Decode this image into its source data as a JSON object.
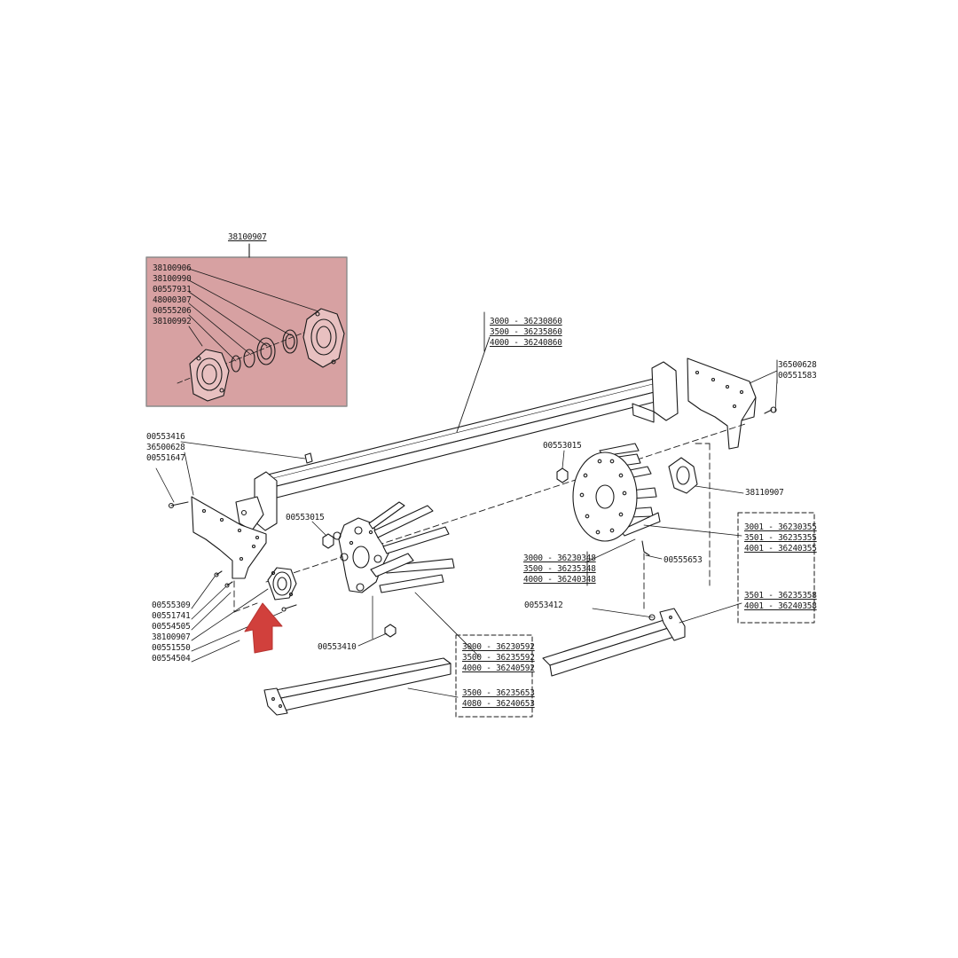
{
  "colors": {
    "inset_fill": "#d7a1a2",
    "highlight_arrow": "#d1403c",
    "line": "#1a1a1a",
    "background": "#ffffff"
  },
  "inset": {
    "assembly_code": "38100907",
    "parts": [
      "38100906",
      "38100990",
      "00557931",
      "48000307",
      "00555206",
      "38100992"
    ]
  },
  "labels": {
    "beam_variants": [
      "3000 - 36230860",
      "3500 - 36235860",
      "4000 - 36240860"
    ],
    "right_bracket": [
      "36500628",
      "00551583"
    ],
    "left_bracket": [
      "00553416",
      "36500628",
      "00551647"
    ],
    "bolt_right_hub": "00553015",
    "bolt_left_hub": "00553015",
    "right_hub_code": "38110907",
    "right_rods": [
      "3001 - 36230355",
      "3501 - 36235355",
      "4001 - 36240355"
    ],
    "middle_rods": [
      "3000 - 36230348",
      "3500 - 36235348",
      "4000 - 36240348"
    ],
    "pin_code": "00555653",
    "bolt_bottom_right": "00553412",
    "right_bar": [
      "3501 - 36235358",
      "4001 - 36240358"
    ],
    "left_parts": [
      "00555309",
      "00551741",
      "00554505",
      "38100907",
      "00551550",
      "00554504"
    ],
    "bolt_bottom": "00553410",
    "lower_rods_a": [
      "3000 - 36230592",
      "3500 - 36235592",
      "4000 - 36240592"
    ],
    "lower_rods_b": [
      "3500 - 36235653",
      "4080 - 36240653"
    ]
  }
}
